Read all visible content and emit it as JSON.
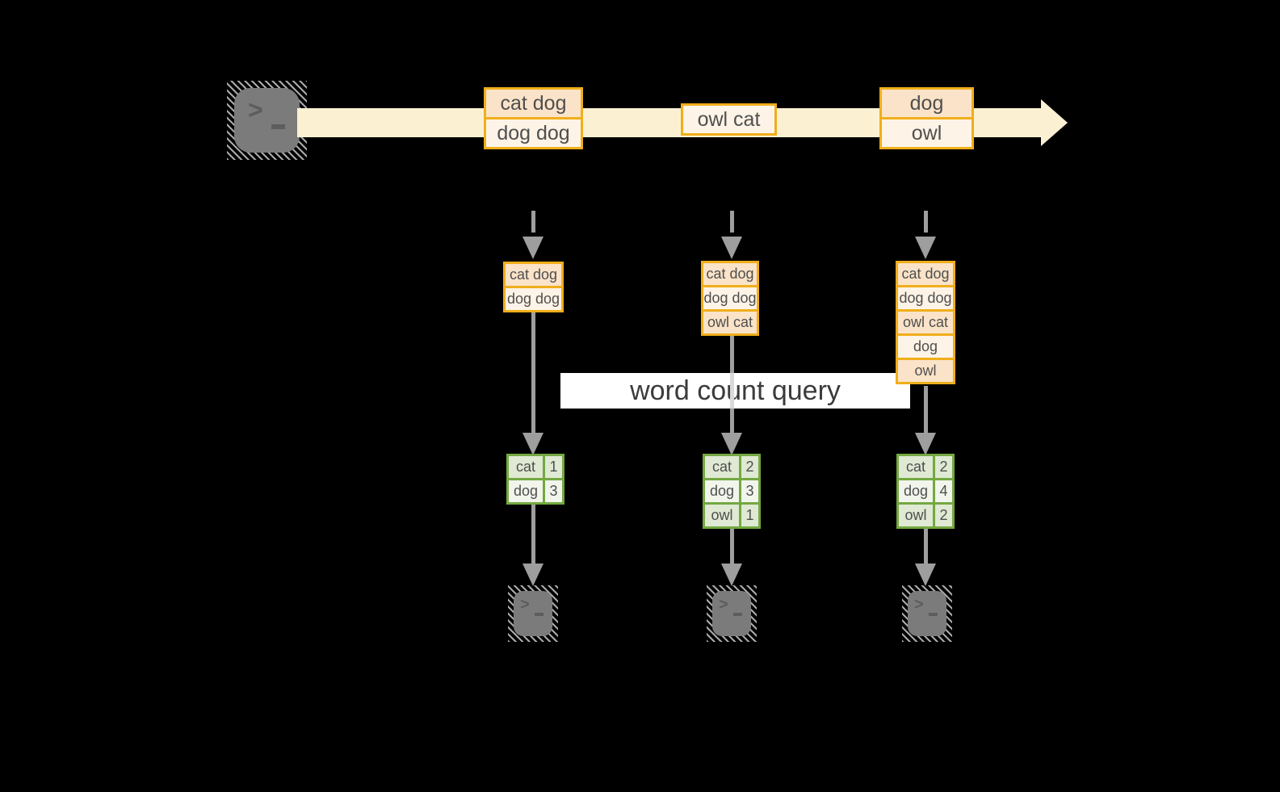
{
  "banner": {
    "label": "word count query"
  },
  "stream": {
    "events": [
      {
        "lines": [
          "cat dog",
          "dog dog"
        ]
      },
      {
        "lines": [
          "owl cat"
        ]
      },
      {
        "lines": [
          "dog",
          "owl"
        ]
      }
    ]
  },
  "columns": [
    {
      "buffer": [
        "cat dog",
        "dog dog"
      ],
      "counts": [
        {
          "word": "cat",
          "count": "1"
        },
        {
          "word": "dog",
          "count": "3"
        }
      ]
    },
    {
      "buffer": [
        "cat dog",
        "dog dog",
        "owl cat"
      ],
      "counts": [
        {
          "word": "cat",
          "count": "2"
        },
        {
          "word": "dog",
          "count": "3"
        },
        {
          "word": "owl",
          "count": "1"
        }
      ]
    },
    {
      "buffer": [
        "cat dog",
        "dog dog",
        "owl cat",
        "dog",
        "owl"
      ],
      "counts": [
        {
          "word": "cat",
          "count": "2"
        },
        {
          "word": "dog",
          "count": "4"
        },
        {
          "word": "owl",
          "count": "2"
        }
      ]
    }
  ],
  "icons": {
    "source": "terminal-icon",
    "outputs": [
      "terminal-icon",
      "terminal-icon",
      "terminal-icon"
    ],
    "stream_arrow": "arrow-right-icon",
    "flow_arrows": "arrow-down-icon"
  },
  "colors": {
    "background": "#000000",
    "stream_band": "#fbf1d2",
    "event_border": "#f0ae1b",
    "event_fill_dark": "#fae3c8",
    "event_fill_light": "#fdf3e6",
    "table_border": "#74a841",
    "table_fill_dark": "#dfe9d3",
    "table_fill_light": "#f1f5ec",
    "arrow_gray": "#9e9e9e",
    "terminal_gray": "#7b7b7b",
    "banner_bg": "#ffffff",
    "text": "#4f4f4f"
  }
}
